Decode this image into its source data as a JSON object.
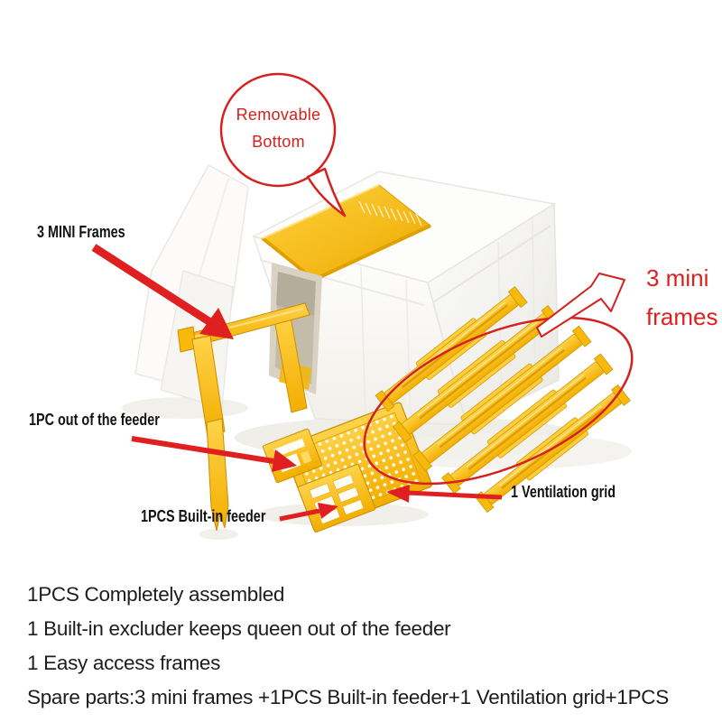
{
  "colors": {
    "annotation_red": "#d6201f",
    "arrow_red": "#e02020",
    "label_black": "#121212",
    "description_black": "#1d1d1d",
    "part_yellow": "#ffc417",
    "foam_white": "#ffffff"
  },
  "callouts": {
    "bubble": {
      "line1": "Removable",
      "line2": "Bottom"
    },
    "mini_frames_left": "3 MINI Frames",
    "mini_frames_right": {
      "line1": "3 mini",
      "line2": "frames"
    },
    "out_of_feeder": "1PC out of the feeder",
    "built_in_feeder": "1PCS Built-in feeder",
    "ventilation_grid": "1 Ventilation grid"
  },
  "description_lines": [
    "1PCS Completely assembled",
    "1 Built-in excluder keeps queen out of the feeder",
    "1 Easy access frames",
    "Spare parts:3 mini frames +1PCS Built-in feeder+1 Ventilation grid+1PCS"
  ]
}
